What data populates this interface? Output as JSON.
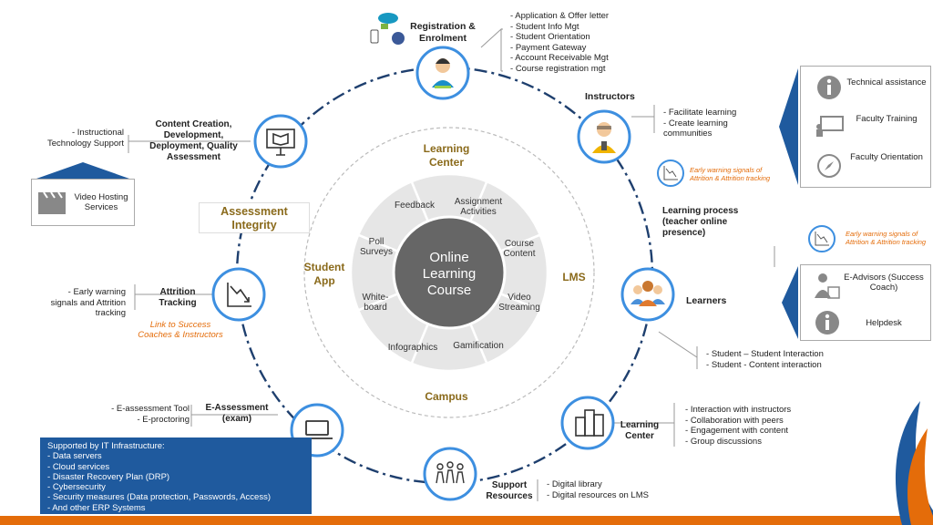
{
  "core": {
    "line1": "Online",
    "line2": "Learning",
    "line3": "Course"
  },
  "segments": [
    "Feedback",
    "Assignment Activities",
    "Course Content",
    "Video Streaming",
    "Gamification",
    "Infographics",
    "White-board",
    "Poll Surveys"
  ],
  "quadrants": {
    "top": "Learning Center",
    "right": "LMS",
    "bottom": "Campus",
    "left": "Student App"
  },
  "assessment_integrity": "Assessment Integrity",
  "nodes": {
    "registration": {
      "title": "Registration & Enrolment",
      "items": [
        "Application & Offer letter",
        "Student Info Mgt",
        "Student Orientation",
        "Payment Gateway",
        "Account Receivable Mgt",
        "Course registration mgt"
      ]
    },
    "instructors": {
      "title": "Instructors",
      "items": [
        "Facilitate learning",
        "Create learning communities"
      ]
    },
    "learning_process": "Learning process (teacher online presence)",
    "learners": {
      "title": "Learners",
      "items": [
        "Student – Student Interaction",
        "Student - Content interaction"
      ]
    },
    "learning_center": {
      "title": "Learning Center",
      "items": [
        "Interaction with instructors",
        "Collaboration with peers",
        "Engagement with content",
        "Group discussions"
      ]
    },
    "support": {
      "title": "Support Resources",
      "items": [
        "Digital library",
        "Digital resources on LMS"
      ]
    },
    "eassessment": {
      "title": "E-Assessment (exam)",
      "items": [
        "E-assessment Tool",
        "E-proctoring"
      ]
    },
    "attrition": {
      "title": "Attrition Tracking",
      "items": [
        "Early warning signals and Attrition tracking"
      ],
      "link": "Link to Success Coaches & Instructors"
    },
    "content": {
      "title": "Content Creation, Development, Deployment, Quality Assessment",
      "items": [
        "Instructional Technology Support"
      ]
    }
  },
  "video_hosting": "Video Hosting Services",
  "instructor_panel": [
    "Technical assistance",
    "Faculty Training",
    "Faculty Orientation"
  ],
  "learner_panel": [
    "E-Advisors (Success Coach)",
    "Helpdesk"
  ],
  "early_warning": "Early warning signals of Attrition & Attrition tracking",
  "it": {
    "title": "Supported by IT Infrastructure:",
    "items": [
      "Data servers",
      "Cloud services",
      "Disaster Recovery Plan (DRP)",
      "Cybersecurity",
      "Security measures (Data protection, Passwords, Access)",
      "And other ERP Systems"
    ]
  },
  "colors": {
    "node_border": "#3d8fe0",
    "ring": "#1e3f6e",
    "core": "#666666",
    "sector": "#e6e6e6",
    "accent_blue": "#1f5a9e",
    "orange": "#e46c0a",
    "brown": "#8a6a1b"
  }
}
